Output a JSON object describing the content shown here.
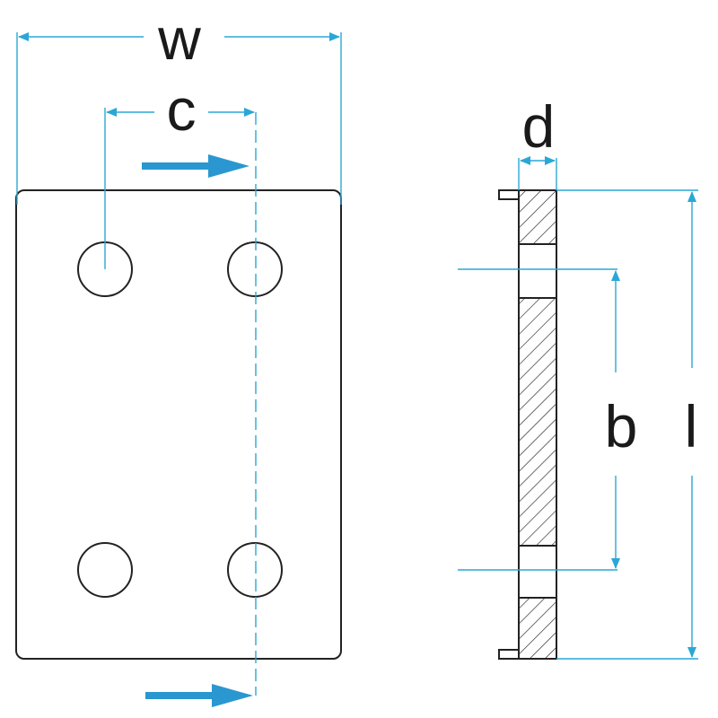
{
  "labels": {
    "w": "w",
    "c": "c",
    "d": "d",
    "b": "b",
    "l": "l"
  },
  "colors": {
    "dimension": "#2aa7d6",
    "arrow": "#2a97d0",
    "outline": "#222222"
  }
}
